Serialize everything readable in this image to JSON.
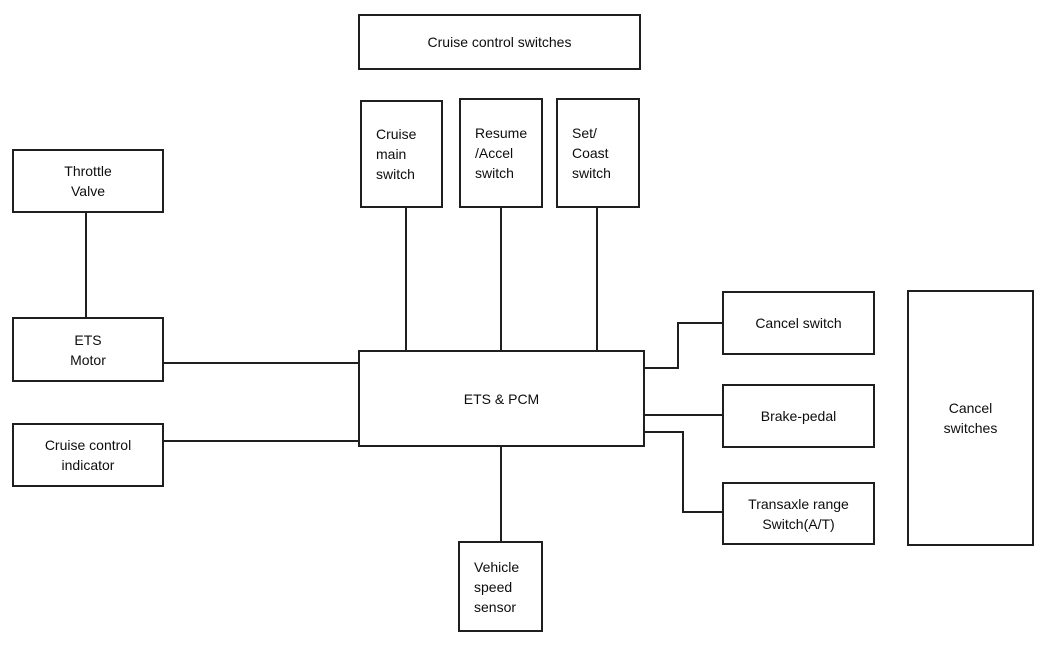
{
  "diagram": {
    "nodes": {
      "cruise_control_switches": {
        "label": "Cruise control switches"
      },
      "cruise_main_switch": {
        "label": "Cruise\nmain\nswitch"
      },
      "resume_accel_switch": {
        "label": "Resume\n/Accel\nswitch"
      },
      "set_coast_switch": {
        "label": "Set/\nCoast\nswitch"
      },
      "throttle_valve": {
        "label": "Throttle\nValve"
      },
      "ets_motor": {
        "label": "ETS\nMotor"
      },
      "cruise_control_indicator": {
        "label": "Cruise control\nindicator"
      },
      "ets_pcm": {
        "label": "ETS & PCM"
      },
      "cancel_switch": {
        "label": "Cancel switch"
      },
      "brake_pedal": {
        "label": "Brake-pedal"
      },
      "transaxle_range_switch": {
        "label": "Transaxle range\nSwitch(A/T)"
      },
      "cancel_switches": {
        "label": "Cancel\nswitches"
      },
      "vehicle_speed_sensor": {
        "label": "Vehicle\nspeed\nsensor"
      }
    },
    "edges": [
      {
        "from": "throttle_valve",
        "to": "ets_motor"
      },
      {
        "from": "ets_motor",
        "to": "ets_pcm"
      },
      {
        "from": "cruise_control_indicator",
        "to": "ets_pcm"
      },
      {
        "from": "cruise_main_switch",
        "to": "ets_pcm"
      },
      {
        "from": "resume_accel_switch",
        "to": "ets_pcm"
      },
      {
        "from": "set_coast_switch",
        "to": "ets_pcm"
      },
      {
        "from": "ets_pcm",
        "to": "cancel_switch"
      },
      {
        "from": "ets_pcm",
        "to": "brake_pedal"
      },
      {
        "from": "ets_pcm",
        "to": "transaxle_range_switch"
      },
      {
        "from": "ets_pcm",
        "to": "vehicle_speed_sensor"
      }
    ],
    "colors": {
      "line": "#1f1f1f",
      "background": "#ffffff",
      "text": "#0d0d0d"
    }
  }
}
